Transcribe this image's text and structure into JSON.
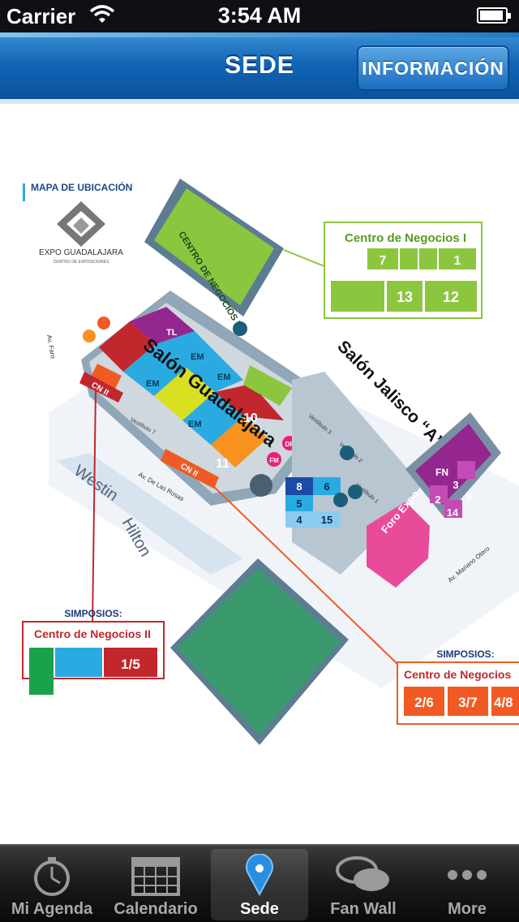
{
  "status": {
    "carrier": "Carrier",
    "time": "3:54 AM"
  },
  "nav": {
    "title": "SEDE",
    "info_button": "INFORMACIÓN"
  },
  "map": {
    "legend_title": "MAPA DE UBICACIÓN",
    "logo_name": "EXPO GUADALAJARA",
    "logo_sub": "CENTRO DE EXPOSICIONES",
    "centro_negocios_i_vertical": "CENTRO DE NEGOCIOS I",
    "salon_guadalajara": "Salón Guadalajara",
    "salon_jalisco": "Salón Jalisco “A”",
    "westin": "Westin",
    "hilton": "Hilton",
    "foro_expo": "Foro Expo",
    "av_las_rosas": "Av. De Las Rosas",
    "av_mariano_otero": "Av. Mariano Otero",
    "av_faro": "Av. Faro",
    "vestibulo_labels": [
      "Vestíbulo 7",
      "Vestíbulo 3",
      "Vestíbulo 2",
      "Vestíbulo 1"
    ],
    "hall_labels": {
      "tl": "TL",
      "em": "EM",
      "ten": "10",
      "eleven": "11",
      "cn2": "CN II",
      "df": "DF",
      "fm": "FM",
      "fn": "FN"
    },
    "rooms_blue": [
      "8",
      "6",
      "5",
      "4",
      "15"
    ],
    "rooms_purple": [
      "3",
      "9",
      "2",
      "14"
    ],
    "box_cn1": {
      "title": "Centro de Negocios I",
      "cells_top": [
        "7",
        "",
        "",
        "1"
      ],
      "cells_bottom": [
        "",
        "13",
        "12"
      ]
    },
    "simposios_left": {
      "heading": "SIMPOSIOS:",
      "title": "Centro de Negocios II",
      "cell": "1/5"
    },
    "simposios_right": {
      "heading": "SIMPOSIOS:",
      "title": "Centro de Negocios",
      "cells": [
        "2/6",
        "3/7",
        "4/8"
      ]
    }
  },
  "tabs": [
    {
      "label": "Mi Agenda",
      "icon": "stopwatch-icon",
      "active": false
    },
    {
      "label": "Calendario",
      "icon": "calendar-icon",
      "active": false
    },
    {
      "label": "Sede",
      "icon": "map-pin-icon",
      "active": true
    },
    {
      "label": "Fan Wall",
      "icon": "chat-bubbles-icon",
      "active": false
    },
    {
      "label": "More",
      "icon": "more-dots-icon",
      "active": false
    }
  ],
  "colors": {
    "nav_blue": "#1064b5",
    "green": "#8cc63f",
    "red": "#c1272d",
    "orange": "#f15a24",
    "teal": "#29abe2",
    "purple": "#93278f",
    "pink": "#e84b9a"
  }
}
